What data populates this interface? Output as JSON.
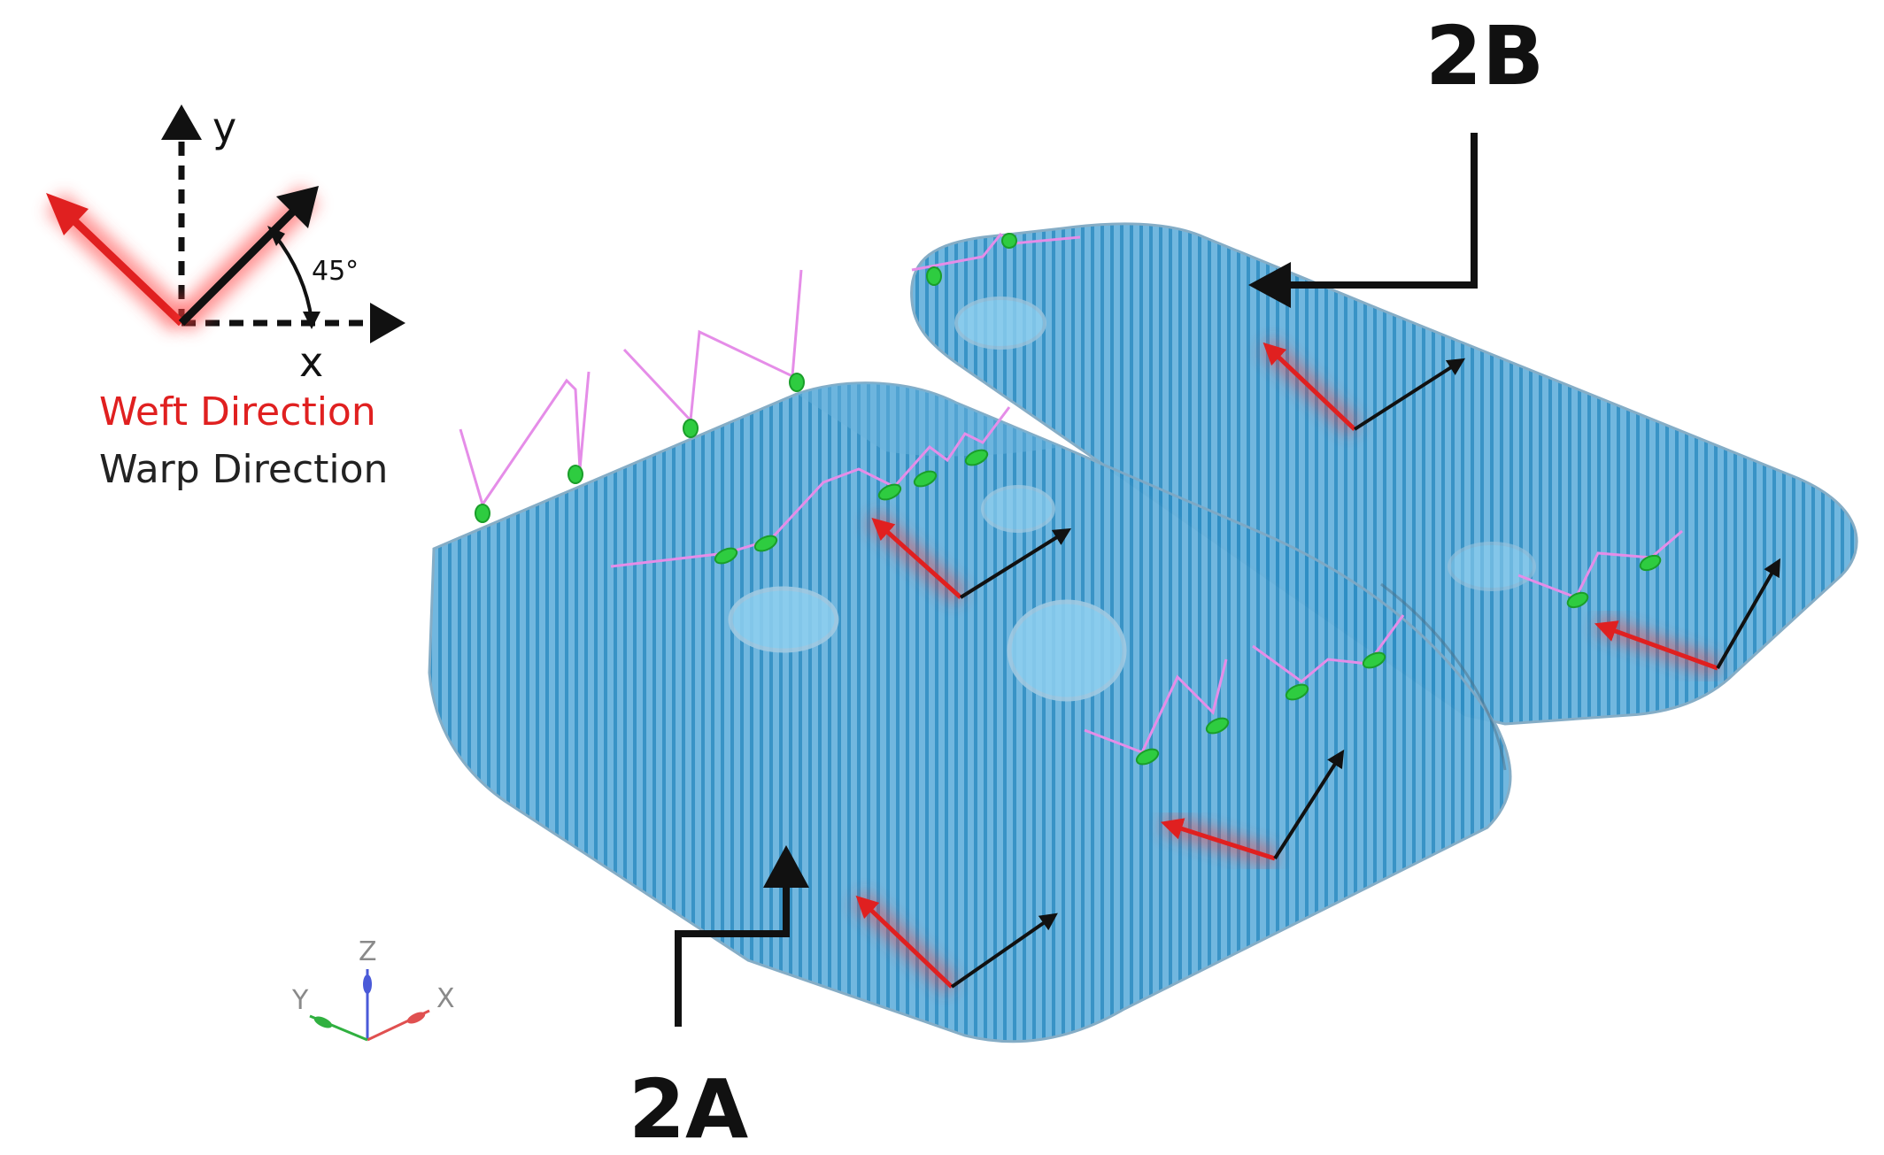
{
  "legend": {
    "y_axis": "y",
    "x_axis": "x",
    "angle": "45°",
    "weft": "Weft Direction",
    "warp": "Warp Direction"
  },
  "callouts": {
    "part_a": "2A",
    "part_b": "2B"
  },
  "triad": {
    "x": "X",
    "y": "Y",
    "z": "Z"
  },
  "colors": {
    "weft": "#e02020",
    "warp": "#111111",
    "part_fill": "#5aaad6",
    "stripe": "#2f8ec4",
    "path": "#e58de8",
    "marker": "#2ecc40"
  }
}
